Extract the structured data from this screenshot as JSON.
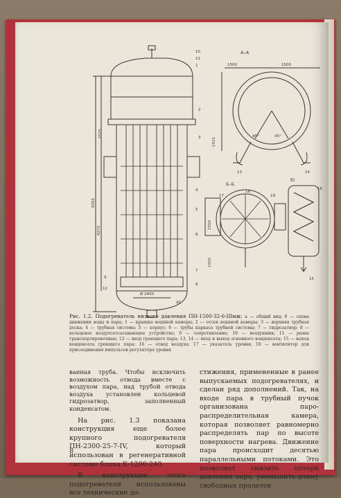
{
  "figure": {
    "section_labels": {
      "aa": "А–А",
      "bb": "Б–Б"
    },
    "panel_labels": {
      "a": "а)",
      "b": "б)"
    },
    "dims": {
      "d1500a": "1500",
      "d1500b": "1500",
      "d1515": "1515",
      "d2575": "2575",
      "d9355": "9355",
      "d4270": "4270",
      "d1550a": "1550",
      "d1550b": "1550",
      "d2400": "Ø 2400",
      "angle1": "45°",
      "angle2": "45°"
    },
    "callouts": [
      "10",
      "11",
      "1",
      "2",
      "3",
      "4",
      "5",
      "6",
      "7",
      "8",
      "9",
      "12",
      "13",
      "14",
      "15",
      "16",
      "17",
      "18",
      "19"
    ]
  },
  "caption": {
    "title": "Рис. 1.2. Подогреватель низкого давления ПН-1500-32-6-IIIмж:",
    "body": "а — общий вид; б — схема движения воды и пара; 1 — крышка водяной камеры; 2 — отсек водяной камеры; 3 — верхняя трубная доска; 4 — трубная система; 5 — корпус; 6 — трубы каркаса трубной системы; 7 — гидрозатвор; 8 — кольцевое воздухоотсасывающее устройство; 9 — сопротивление; 10 — воздушник; 11 — рымы транспортировочные; 12 — вход греющего пара; 13, 14 — вход и выход основного конденсата; 15 — выход конденсата греющего пара; 16 — отвод воздуха; 17 — указатель уровня; 18 — вентилятор для присоединения импульсов регулятора уровня"
  },
  "left_column": {
    "p1": "ванная труба. Чтобы исключить возможность отвода вместе с воздухом пара, над трубой отвода воздуха установлен кольцевой гидрозатвор, заполненный конденсатом.",
    "p2": "На рис. 1.3 показана конструкция еще более крупного подогревателя ПН-2300-25-7-IV, который использован в регенеративной системе блока К-1200-240.",
    "p3": "В конструкции этого подогревателя использованы все технические до-"
  },
  "right_column": {
    "p1": "стижения, примененные в ранее выпускаемых подогревателях, и сделан ряд дополнений. Так, на входе пара в трубный пучок организована паро-распределительная камера, которая позволяет равномерно распределять пар по высоте поверхности нагрева. Движение пара происходит десятью параллельными потоками. Это позволяет снизить потери давления пара, уменьшить длину свободных пролетов"
  },
  "page_number": "8"
}
